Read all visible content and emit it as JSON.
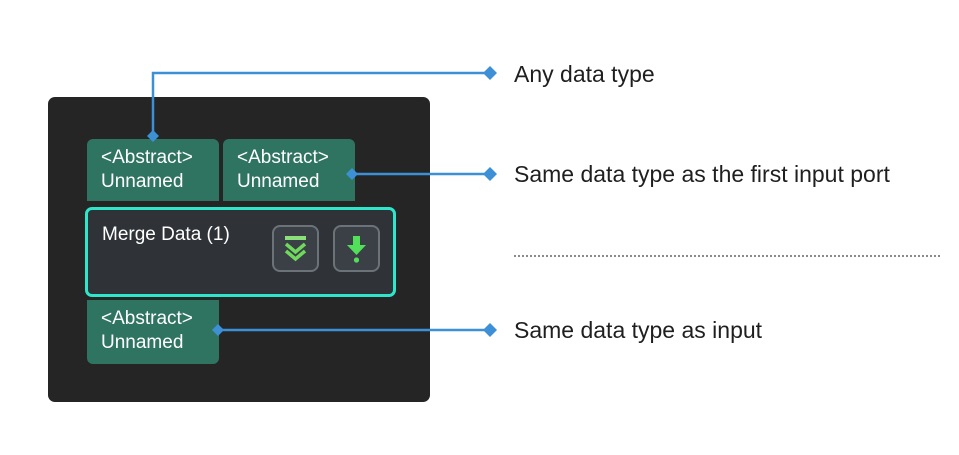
{
  "node": {
    "title": "Merge Data (1)",
    "accent_color": "#2ee6c9",
    "port_color": "#2e7461",
    "buttons": [
      {
        "icon": "double-chevron-down-icon"
      },
      {
        "icon": "download-arrow-icon"
      }
    ]
  },
  "ports": {
    "input1": {
      "type": "<Abstract>",
      "name": "Unnamed"
    },
    "input2": {
      "type": "<Abstract>",
      "name": "Unnamed"
    },
    "output": {
      "type": "<Abstract>",
      "name": "Unnamed"
    }
  },
  "annotations": {
    "any_type": "Any data type",
    "same_as_first": "Same data type as the first input port",
    "same_as_input": "Same data type as input",
    "connector_color": "#3d8fd6"
  }
}
